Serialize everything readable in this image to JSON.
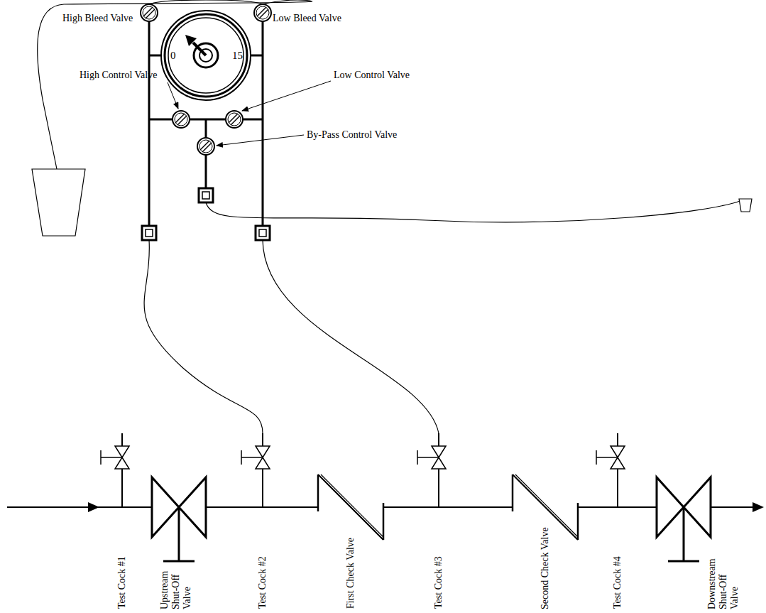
{
  "diagram": {
    "nodes": [
      {
        "text": [
          "0",
          "15"
        ]
      }
    ],
    "labels": [
      "High Bleed Valve",
      "Low Bleed Valve",
      "High Control Valve",
      "Low Control Valve",
      "By-Pass Control Valve",
      "Test Cock #1",
      "Upstream Shut-Off Valve",
      "Test Cock #2",
      "First Check Valve",
      "Test Cock #3",
      "Second Check Valve",
      "Test Cock #4",
      "Downstream Shut-Off Valve"
    ]
  }
}
